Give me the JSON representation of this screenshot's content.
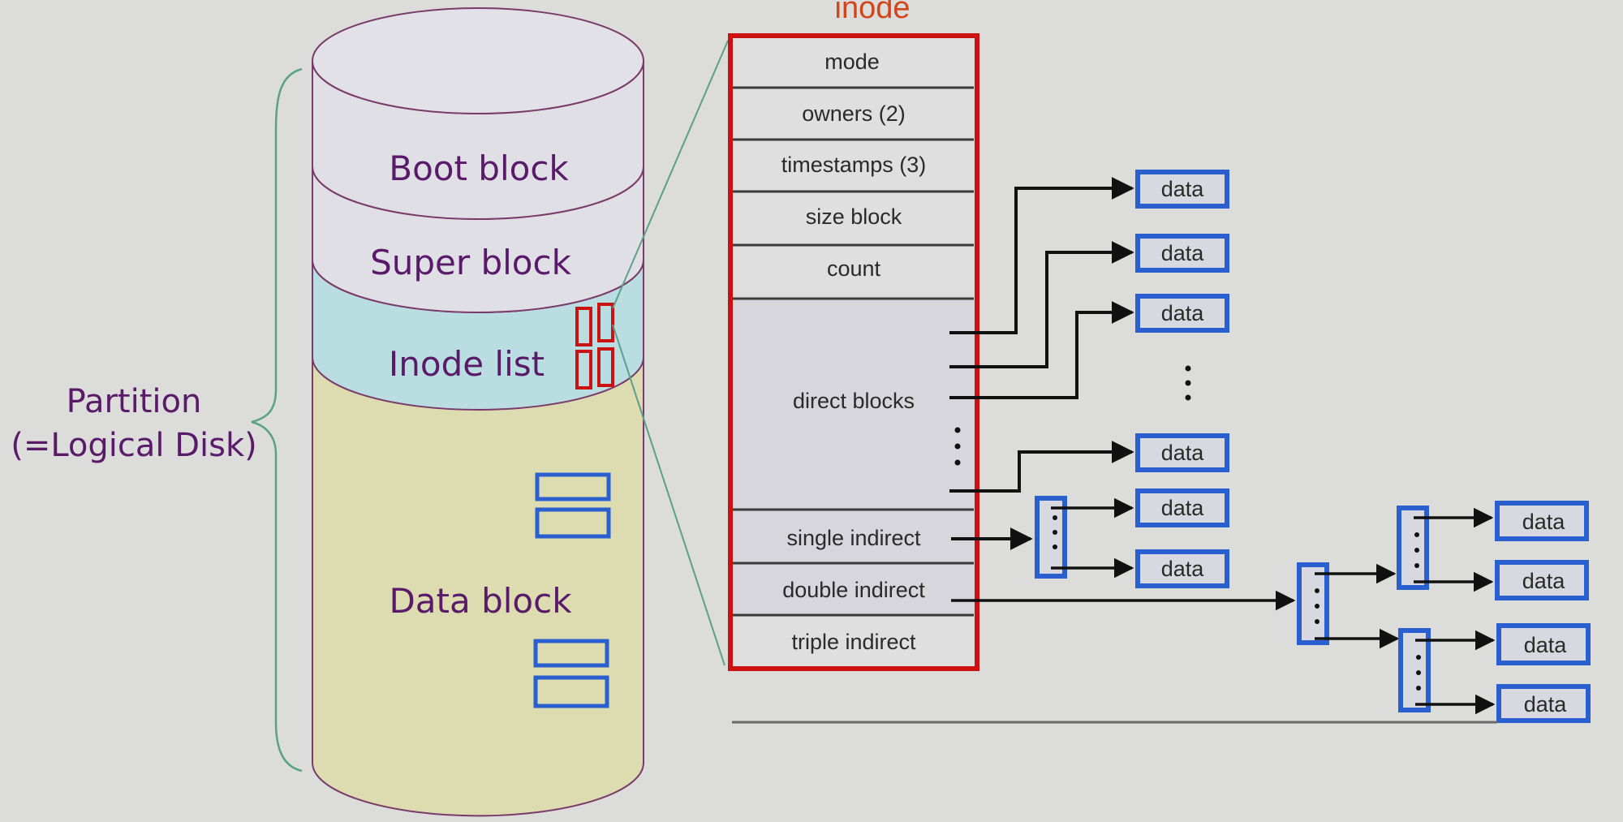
{
  "title": "inode",
  "partition": {
    "label_line1": "Partition",
    "label_line2": "(=Logical Disk)"
  },
  "disk": {
    "sections": [
      {
        "label": "Boot block",
        "color": "#e0dfe6"
      },
      {
        "label": "Super block",
        "color": "#e0dfe6"
      },
      {
        "label": "Inode list",
        "color": "#b9dde0"
      },
      {
        "label": "Data block",
        "color": "#dcdcb0"
      }
    ]
  },
  "inode": {
    "fields": [
      {
        "label": "mode"
      },
      {
        "label": "owners (2)"
      },
      {
        "label": "timestamps (3)"
      },
      {
        "label": "size block"
      },
      {
        "label": "count"
      },
      {
        "label": "direct blocks"
      },
      {
        "label": "single indirect"
      },
      {
        "label": "double indirect"
      },
      {
        "label": "triple indirect"
      }
    ]
  },
  "data_label": "data",
  "colors": {
    "inode_border": "#cc1111",
    "block_border": "#2a5fd0",
    "title": "#d2441a",
    "text_purple": "#5a1a6a",
    "brace": "#5aa08a"
  }
}
